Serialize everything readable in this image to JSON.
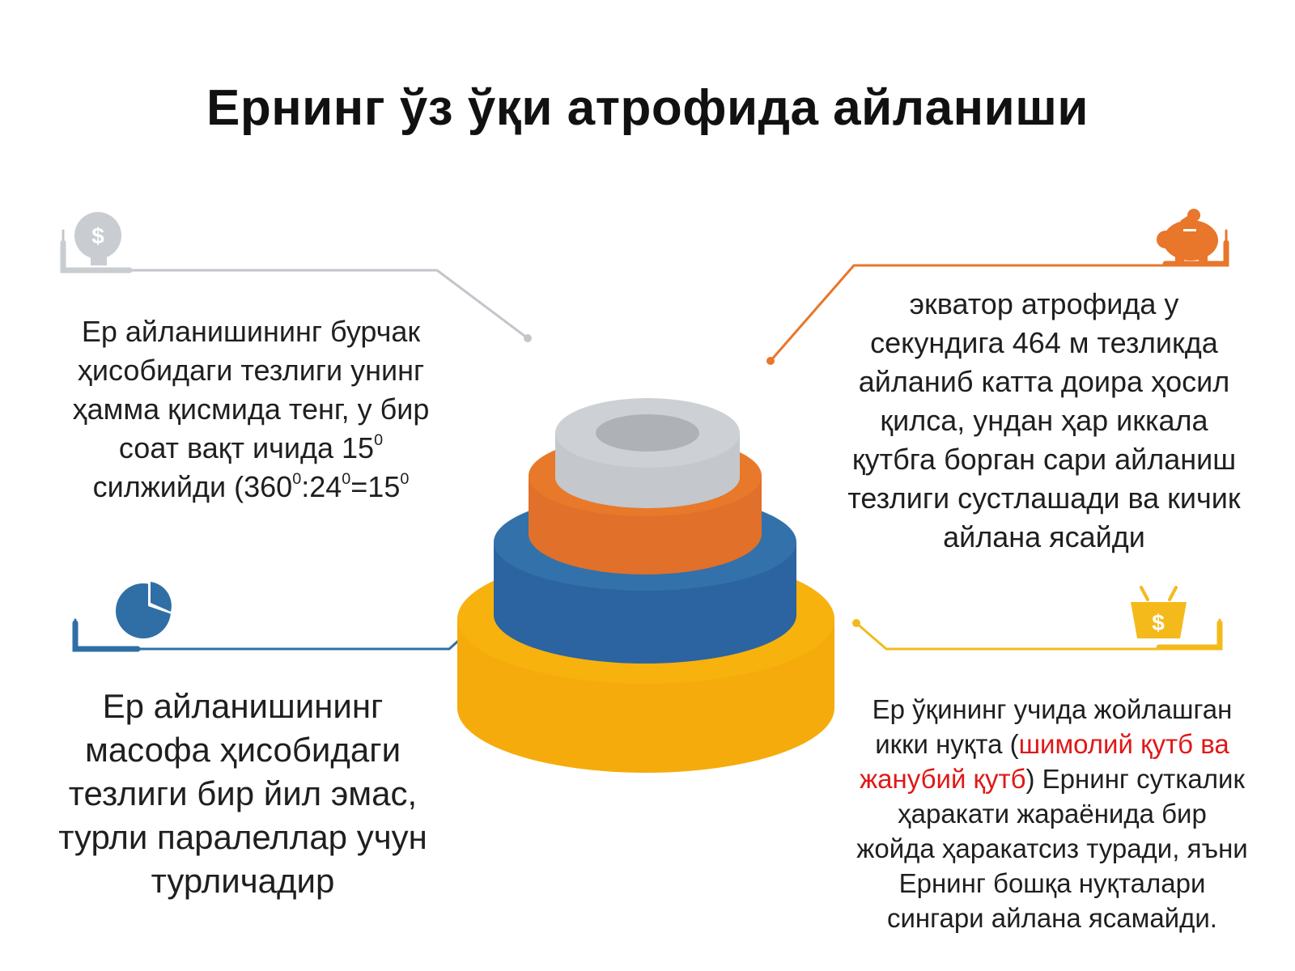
{
  "title": "Ернинг ўз ўқи атрофида айланиши",
  "colors": {
    "gray": "#c9ccd0",
    "orange": "#e57a28",
    "blue": "#2f6fa6",
    "yellow": "#f7b20e",
    "line_gray": "#c2c6cb",
    "line_orange": "#e8762b",
    "line_blue": "#2f6fa6",
    "line_yellow": "#f4ba1c"
  },
  "icons": {
    "top_left": "dollar-coin-icon",
    "top_right": "piggy-bank-icon",
    "bottom_left": "pie-chart-icon",
    "bottom_right": "shopping-basket-dollar-icon"
  },
  "blocks": {
    "top_left": {
      "line1": "Ер айланишининг бурчак",
      "line2": "ҳисобидаги тезлиги унинг",
      "line3": "ҳамма қисмида тенг, у бир",
      "line4": "соат вақт ичида 15",
      "line4_sup": "0",
      "line5_a": "силжийди (360",
      "line5_a_sup": "0",
      "line5_b": ":24",
      "line5_b_sup": "0",
      "line5_c": "=15",
      "line5_c_sup": "0"
    },
    "top_right": {
      "line1": "экватор атрофида у",
      "line2": "секундига 464 м тезликда",
      "line3": "айланиб катта доира ҳосил",
      "line4": "қилса, ундан ҳар иккала",
      "line5": "қутбга борган сари айланиш",
      "line6": "тезлиги сустлашади ва кичик",
      "line7": "айлана ясайди"
    },
    "bottom_left": {
      "line1": "Ер айланишининг",
      "line2": "масофа ҳисобидаги",
      "line3": "тезлиги бир йил эмас,",
      "line4": "турли паралеллар учун",
      "line5": "турличадир"
    },
    "bottom_right": {
      "line1": "Ер ўқининг учида жойлашган",
      "line2_a": "икки нуқта (",
      "line2_red": "шимолий қутб ва",
      "line3_red": "жанубий қутб",
      "line3_b": ") Ернинг суткалик",
      "line4": "ҳаракати жараёнида бир",
      "line5": "жойда ҳаракатсиз туради, яъни",
      "line6": "Ернинг бошқа нуқталари",
      "line7": "сингари айлана ясамайди."
    }
  }
}
